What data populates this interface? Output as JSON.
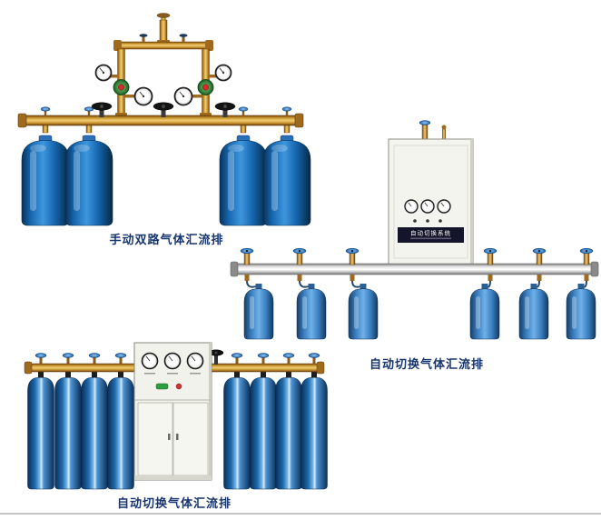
{
  "page": {
    "background": "#ffffff"
  },
  "products": [
    {
      "name": "manual-dual-manifold",
      "caption": "手动双路气体汇流排"
    },
    {
      "name": "auto-switch-manifold",
      "caption": "自动切换气体汇流排",
      "cabinet_label": "自动切换系统"
    },
    {
      "name": "auto-switch-manifold-2",
      "caption": "自动切换气体汇流排"
    }
  ],
  "colors": {
    "caption_text": "#17356f",
    "brass": "#c8962e",
    "bottle_blue": "#1565ad",
    "manifold_silver": "#d9d9d9",
    "cabinet_panel": "#14142a"
  }
}
